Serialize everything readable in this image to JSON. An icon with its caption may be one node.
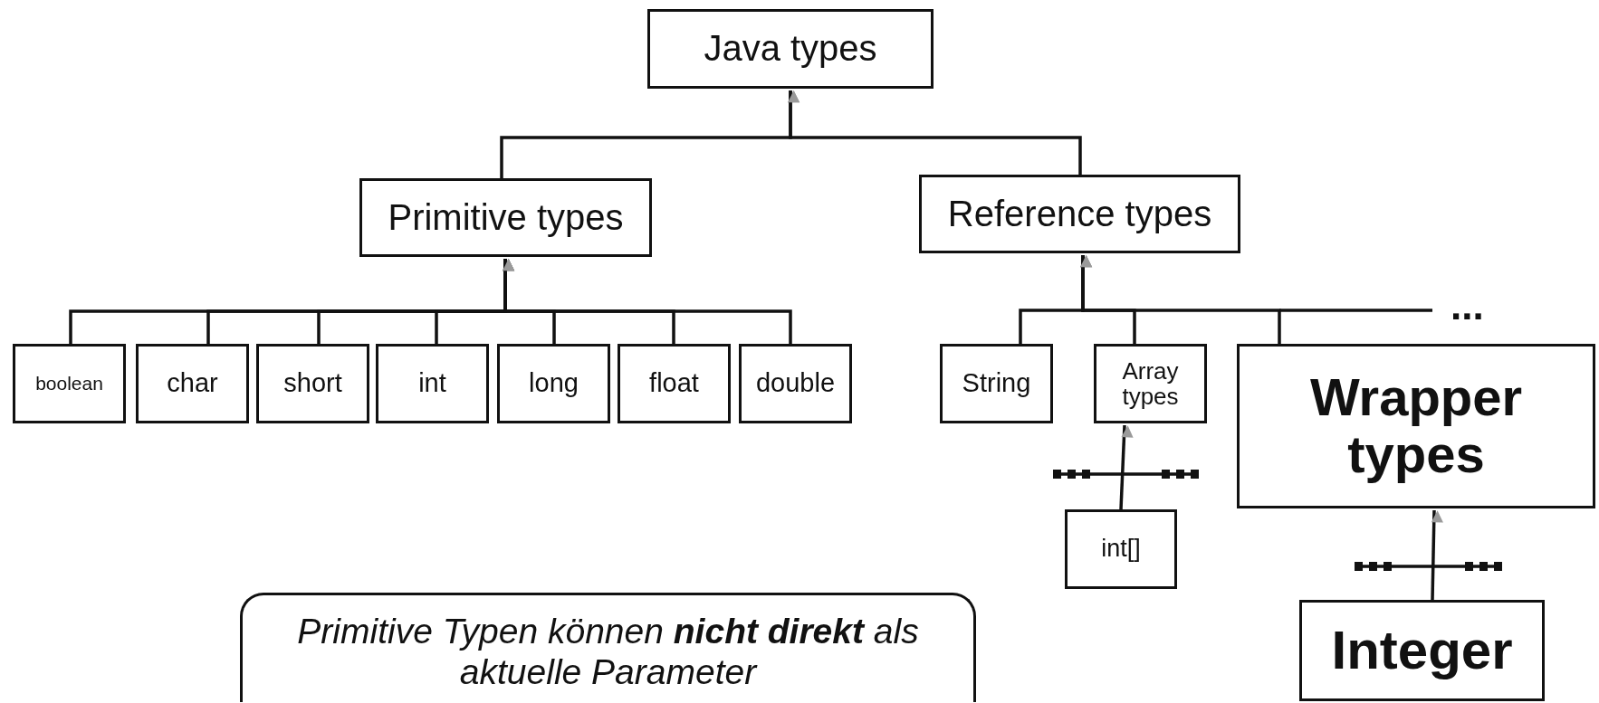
{
  "diagram": {
    "nodes": [
      {
        "text": [
          "Java types"
        ]
      },
      {
        "text": [
          "Primitive types"
        ]
      },
      {
        "text": [
          "Reference types"
        ]
      },
      {
        "text": [
          "boolean"
        ]
      },
      {
        "text": [
          "char"
        ]
      },
      {
        "text": [
          "short"
        ]
      },
      {
        "text": [
          "int"
        ]
      },
      {
        "text": [
          "long"
        ]
      },
      {
        "text": [
          "float"
        ]
      },
      {
        "text": [
          "double"
        ]
      },
      {
        "text": [
          "String"
        ]
      },
      {
        "text": [
          "Array types"
        ]
      },
      {
        "text": [
          "Wrapper types"
        ]
      },
      {
        "text": [
          "int[]"
        ]
      },
      {
        "text": [
          "Integer"
        ]
      },
      {
        "text": [
          "Primitive Typen können **nicht direkt** als aktuelle Parameter"
        ]
      }
    ],
    "edges": [
      {
        "from": 1,
        "to": 0,
        "arrow": "to"
      },
      {
        "from": 2,
        "to": 0,
        "arrow": "to"
      },
      {
        "from": 3,
        "to": 1,
        "arrow": "to"
      },
      {
        "from": 4,
        "to": 1,
        "arrow": "to"
      },
      {
        "from": 5,
        "to": 1,
        "arrow": "to"
      },
      {
        "from": 6,
        "to": 1,
        "arrow": "to"
      },
      {
        "from": 7,
        "to": 1,
        "arrow": "to"
      },
      {
        "from": 8,
        "to": 1,
        "arrow": "to"
      },
      {
        "from": 9,
        "to": 1,
        "arrow": "to"
      },
      {
        "from": 10,
        "to": 2,
        "arrow": "to"
      },
      {
        "from": 11,
        "to": 2,
        "arrow": "to"
      },
      {
        "from": 12,
        "to": 2,
        "arrow": "to"
      },
      {
        "from": 13,
        "to": 11,
        "arrow": "to"
      },
      {
        "from": 14,
        "to": 12,
        "arrow": "to"
      }
    ],
    "labels": [
      "..."
    ]
  }
}
